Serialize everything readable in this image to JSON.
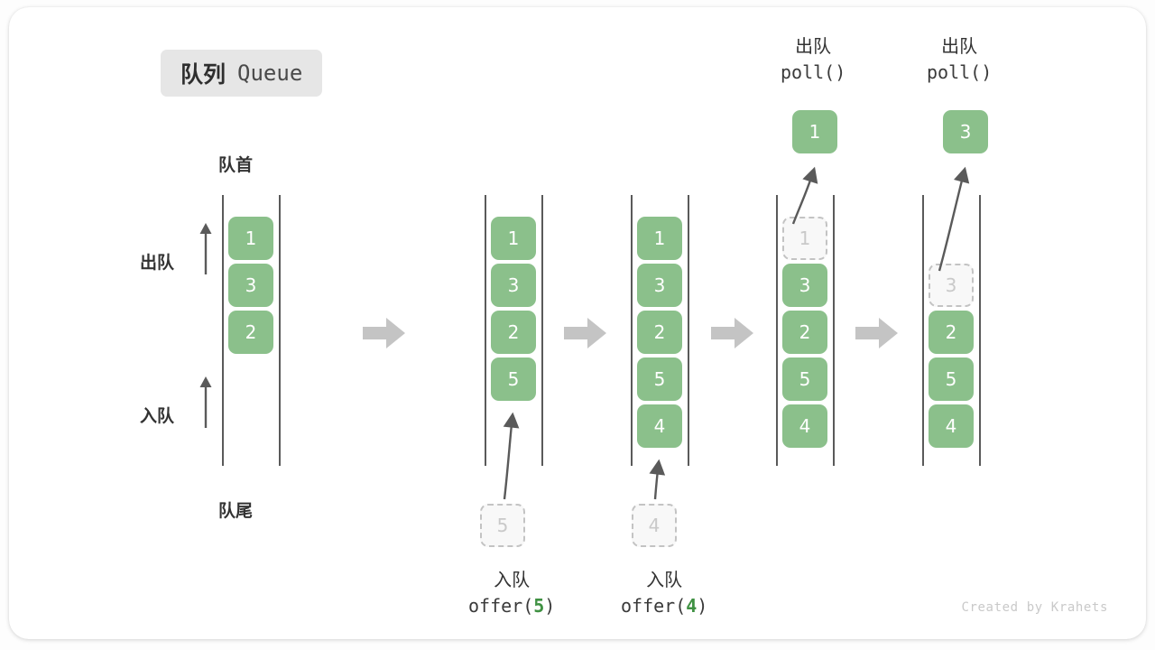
{
  "title": {
    "cn": "队列",
    "en": "Queue"
  },
  "labels": {
    "head": "队首",
    "tail": "队尾",
    "dequeue": "出队",
    "enqueue": "入队"
  },
  "watermark": "Created by Krahets",
  "colors": {
    "cell_fill": "#8bc08b",
    "cell_text": "#ffffff",
    "ghost_fill": "#f8f8f8",
    "ghost_border": "#c3c3c3",
    "ghost_text": "#c9c9c9",
    "rail": "#5a5a5a",
    "arrow_grey": "#c4c4c4",
    "curve_arrow": "#5a5a5a",
    "badge_bg": "#e6e6e6",
    "accent_num": "#3f9142",
    "text": "#333333"
  },
  "columns": [
    {
      "id": "initial",
      "items": [
        "1",
        "3",
        "2"
      ],
      "ghost_index": null,
      "caption": null,
      "popped": null
    },
    {
      "id": "offer-5",
      "items": [
        "1",
        "3",
        "2",
        "5"
      ],
      "ghost_index": null,
      "incoming": "5",
      "caption": {
        "cn": "入队",
        "code_prefix": "offer(",
        "code_num": "5",
        "code_suffix": ")"
      },
      "popped": null
    },
    {
      "id": "offer-4",
      "items": [
        "1",
        "3",
        "2",
        "5",
        "4"
      ],
      "ghost_index": null,
      "incoming": "4",
      "caption": {
        "cn": "入队",
        "code_prefix": "offer(",
        "code_num": "4",
        "code_suffix": ")"
      },
      "popped": null
    },
    {
      "id": "poll-1",
      "items": [
        "1",
        "3",
        "2",
        "5",
        "4"
      ],
      "ghost_index": 0,
      "caption": {
        "cn": "出队",
        "code_prefix": "poll(",
        "code_num": "",
        "code_suffix": ")"
      },
      "popped": "1"
    },
    {
      "id": "poll-3",
      "items": [
        "3",
        "2",
        "5",
        "4"
      ],
      "ghost_index": 0,
      "caption": {
        "cn": "出队",
        "code_prefix": "poll(",
        "code_num": "",
        "code_suffix": ")"
      },
      "popped": "3"
    }
  ],
  "step_arrows": 4
}
